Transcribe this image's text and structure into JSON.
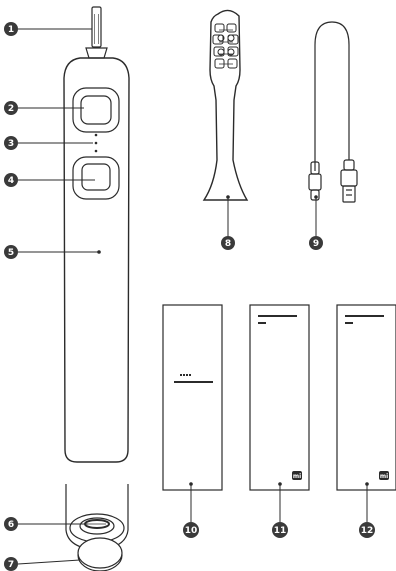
{
  "callouts": [
    {
      "num": "1"
    },
    {
      "num": "2"
    },
    {
      "num": "3"
    },
    {
      "num": "4"
    },
    {
      "num": "5"
    },
    {
      "num": "6"
    },
    {
      "num": "7"
    },
    {
      "num": "8"
    },
    {
      "num": "9"
    },
    {
      "num": "10"
    },
    {
      "num": "11"
    },
    {
      "num": "12"
    }
  ],
  "colors": {
    "line": "#2b2b2b",
    "badge": "#3a3a3a",
    "badge_text": "#ffffff",
    "light_fill": "#ffffff"
  },
  "logo_text": "mi"
}
